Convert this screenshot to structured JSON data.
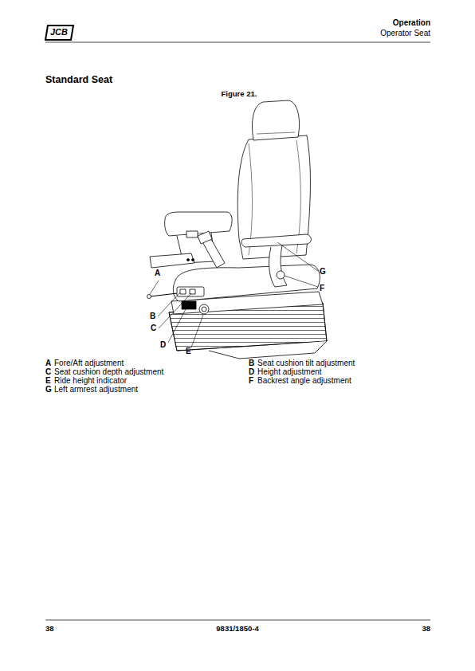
{
  "diagram": {
    "title": "Standard Seat",
    "caption": "Figure 21.",
    "labels": [
      "JCB",
      "Operation",
      "Operator Seat",
      "A",
      "B",
      "C",
      "D",
      "E",
      "G",
      "F",
      "A",
      "Fore/Aft adjustment",
      "B",
      "Seat cushion tilt adjustment",
      "C",
      "Seat cushion depth adjustment",
      "D",
      "Height adjustment",
      "E",
      "Ride height indicator",
      "F",
      "Backrest angle adjustment",
      "G",
      "Left armrest adjustment",
      "38",
      "9831/1850-4",
      "38"
    ]
  }
}
